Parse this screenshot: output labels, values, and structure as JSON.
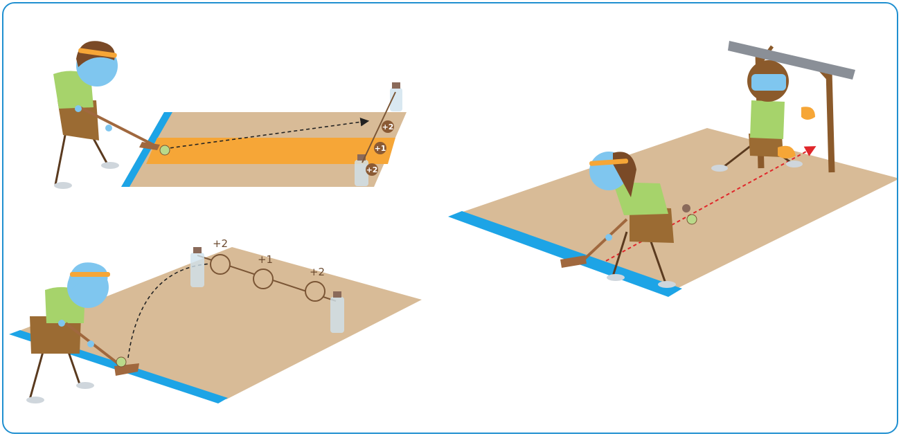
{
  "colors": {
    "border": "#1f8fd0",
    "court": "#d8bb97",
    "baseline": "#1da4e6",
    "lane": "#f6a637",
    "skin": "#7fc6ef",
    "shirt": "#a6d36b",
    "shorts": "#9b6b33",
    "stick": "#a0683e",
    "hair": "#7a4a27",
    "headband": "#f6a637",
    "goalpost": "#8b5a2b",
    "crossbar": "#8a8f97",
    "target_ring": "#7a5535",
    "arrow_black": "#222222",
    "arrow_red": "#e0262a"
  },
  "scene_top_left": {
    "badges": [
      "+2",
      "+1",
      "+2"
    ]
  },
  "scene_bottom_left": {
    "targets": [
      "+2",
      "+1",
      "+2"
    ]
  },
  "icons": {
    "player": "player-with-stick-icon",
    "goalkeeper": "goalkeeper-icon",
    "bottle": "bottle-marker-icon",
    "ball": "ball-icon",
    "goal": "goal-frame-icon"
  }
}
